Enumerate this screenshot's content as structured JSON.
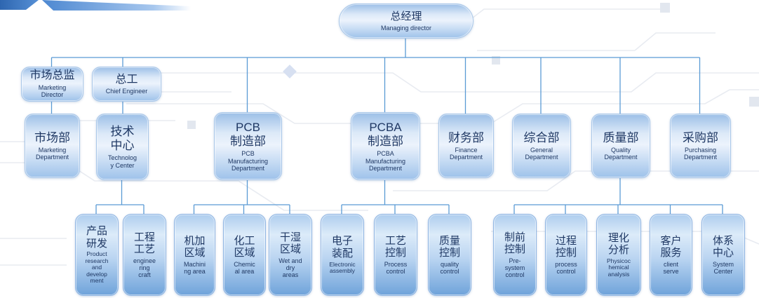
{
  "palette": {
    "connector": "#5b9bd5",
    "node_text": "#1f3864",
    "node_border": "#a9c7e9",
    "node_fill_top": "#9cbfe7",
    "node_fill_light": "#ecf3fc",
    "node_l4_bottom": "#6fa3da",
    "ribbon_dark": "#3a76c4",
    "ribbon_light": "#5b93d8",
    "trace_gray": "#e8ebf1",
    "diamond_blue": "#d7e0f1"
  },
  "nodes": {
    "root": {
      "zh": "总经理",
      "en": "Managing director"
    },
    "marketing_director": {
      "zh": "市场总监",
      "en": "Marketing\nDirector"
    },
    "chief_engineer": {
      "zh": "总工",
      "en": "Chief Engineer"
    },
    "marketing_dept": {
      "zh": "市场部",
      "en": "Marketing\nDepartment"
    },
    "tech_center": {
      "zh": "技术\n中心",
      "en": "Technolog\ny Center"
    },
    "pcb_mfg": {
      "zh": "PCB\n制造部",
      "en": "PCB\nManufacturing\nDepartment"
    },
    "pcba_mfg": {
      "zh": "PCBA\n制造部",
      "en": "PCBA\nManufacturing\nDepartment"
    },
    "finance": {
      "zh": "财务部",
      "en": "Finance\nDepartment"
    },
    "general": {
      "zh": "综合部",
      "en": "General\nDepartment"
    },
    "quality": {
      "zh": "质量部",
      "en": "Quality\nDepartment"
    },
    "purchasing": {
      "zh": "采购部",
      "en": "Purchasing\nDepartment"
    },
    "product_rd": {
      "zh": "产品\n研发",
      "en": "Product\nresearch\nand\ndevelop\nment"
    },
    "eng_craft": {
      "zh": "工程\n工艺",
      "en": "enginee\nring\ncraft"
    },
    "machining": {
      "zh": "机加\n区域",
      "en": "Machini\nng area"
    },
    "chemical": {
      "zh": "化工\n区域",
      "en": "Chemic\nal area"
    },
    "wet_dry": {
      "zh": "干湿\n区域",
      "en": "Wet and\ndry\nareas"
    },
    "electronic_assembly": {
      "zh": "电子\n装配",
      "en": "Electronic\nassembly"
    },
    "process_control_pcba": {
      "zh": "工艺\n控制",
      "en": "Process\ncontrol"
    },
    "quality_control": {
      "zh": "质量\n控制",
      "en": "quality\ncontrol"
    },
    "pre_system_control": {
      "zh": "制前\n控制",
      "en": "Pre-\nsystem\ncontrol"
    },
    "process_control_quality": {
      "zh": "过程\n控制",
      "en": "process\ncontrol"
    },
    "physicochemical": {
      "zh": "理化\n分析",
      "en": "Physicoc\nhemical\nanalysis"
    },
    "client_service": {
      "zh": "客户\n服务",
      "en": "client\nserve"
    },
    "system_center": {
      "zh": "体系\n中心",
      "en": "System\nCenter"
    }
  },
  "structure": {
    "root": [
      "marketing_director",
      "chief_engineer",
      "pcb_mfg",
      "pcba_mfg",
      "finance",
      "general",
      "quality",
      "purchasing"
    ],
    "marketing_director": [
      "marketing_dept"
    ],
    "chief_engineer": [
      "tech_center"
    ],
    "tech_center": [
      "product_rd",
      "eng_craft"
    ],
    "pcb_mfg": [
      "machining",
      "chemical",
      "wet_dry"
    ],
    "pcba_mfg": [
      "electronic_assembly",
      "process_control_pcba",
      "quality_control"
    ],
    "quality": [
      "pre_system_control",
      "process_control_quality",
      "physicochemical",
      "client_service",
      "system_center"
    ]
  }
}
